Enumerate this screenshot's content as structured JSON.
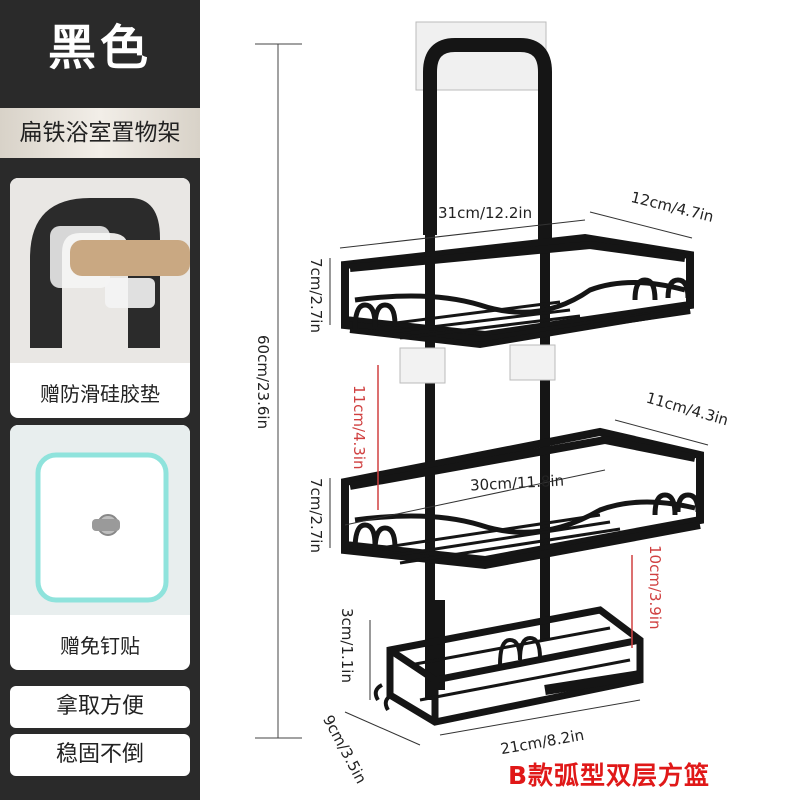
{
  "sidebar": {
    "color_title": "黑色",
    "product_name": "扁铁浴室置物架",
    "card1_caption": "赠防滑硅胶垫",
    "card2_caption": "赠免钉贴",
    "feature1": "拿取方便",
    "feature2": "稳固不倒"
  },
  "dimensions": {
    "total_height": "60cm/23.6in",
    "top_width": "31cm/12.2in",
    "top_depth": "12cm/4.7in",
    "top_shelf_height": "7cm/2.7in",
    "gap_top": "11cm/4.3in",
    "mid_depth": "11cm/4.3in",
    "mid_width": "30cm/11.8in",
    "mid_shelf_height": "7cm/2.7in",
    "gap_bottom": "10cm/3.9in",
    "bottom_shelf_height": "3cm/1.1in",
    "bottom_depth": "9cm/3.5in",
    "bottom_width": "21cm/8.2in"
  },
  "product_title": "B款弧型双层方篮",
  "colors": {
    "rack": "#151515",
    "sidebar": "#2a2a2a",
    "accent_red": "#d04040",
    "title_red": "#e01818"
  }
}
